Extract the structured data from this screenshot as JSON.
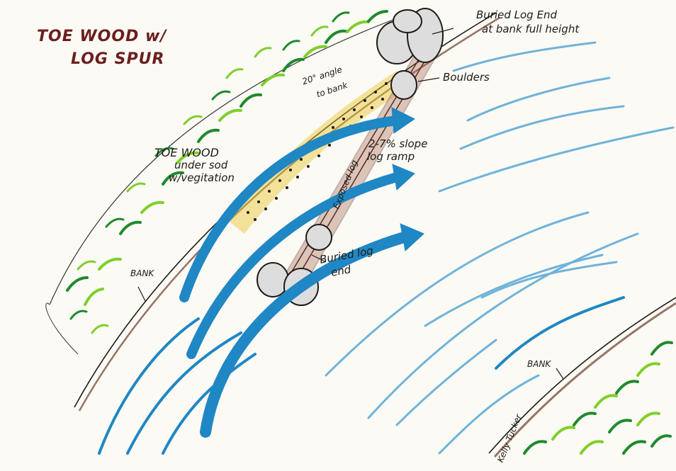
{
  "title": {
    "line1": "TOE WOOD w/",
    "line2": "LOG SPUR"
  },
  "labels": {
    "buried_log_end_1": "Buried Log End",
    "buried_log_end_2": "at bank full height",
    "boulders": "Boulders",
    "angle_1": "20° angle",
    "angle_2": "to bank",
    "slope_1": "2-7% slope",
    "slope_2": "log ramp",
    "exposed_log": "Exposed log",
    "toe_wood_1": "TOE WOOD",
    "toe_wood_2": "under sod",
    "toe_wood_3": "w/vegitation",
    "buried_log_end_lower_1": "Buried log",
    "buried_log_end_lower_2": "end",
    "bank_left": "BANK",
    "bank_right": "BANK",
    "signature": "Kelly Tucker"
  },
  "colors": {
    "paper": "#fbfaf4",
    "title": "#6b1f1f",
    "water_dark": "#1f87c4",
    "water_light": "#6fb3da",
    "vegetation_dark": "#1e8a2c",
    "vegetation_light": "#7fcf2a",
    "log": "#5a2a22",
    "fill_yellow": "#e6c52a",
    "ink": "#1f1a17"
  },
  "icons": [
    "flow-arrow",
    "boulder",
    "vegetation"
  ]
}
